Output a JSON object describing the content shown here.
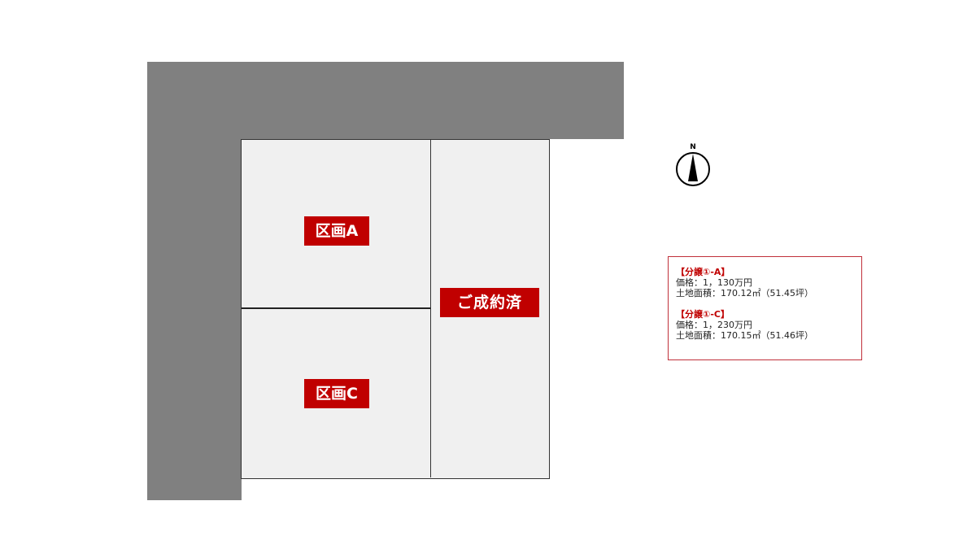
{
  "map": {
    "road_color": "#808080",
    "lot_fill": "#f0f0f0",
    "label_color": "#c00000",
    "lots": [
      {
        "id": "A",
        "label": "区画A"
      },
      {
        "id": "B",
        "label": "ご成約済"
      },
      {
        "id": "C",
        "label": "区画C"
      }
    ],
    "compass": {
      "label": "N",
      "icon": "north-arrow-icon"
    }
  },
  "info": {
    "items": [
      {
        "title": "【分譲①-A】",
        "price": "価格：1，130万円",
        "area": "土地面積：170.12㎡（51.45坪）"
      },
      {
        "title": "【分譲①-C】",
        "price": "価格：1，230万円",
        "area": "土地面積：170.15㎡（51.46坪）"
      }
    ]
  }
}
